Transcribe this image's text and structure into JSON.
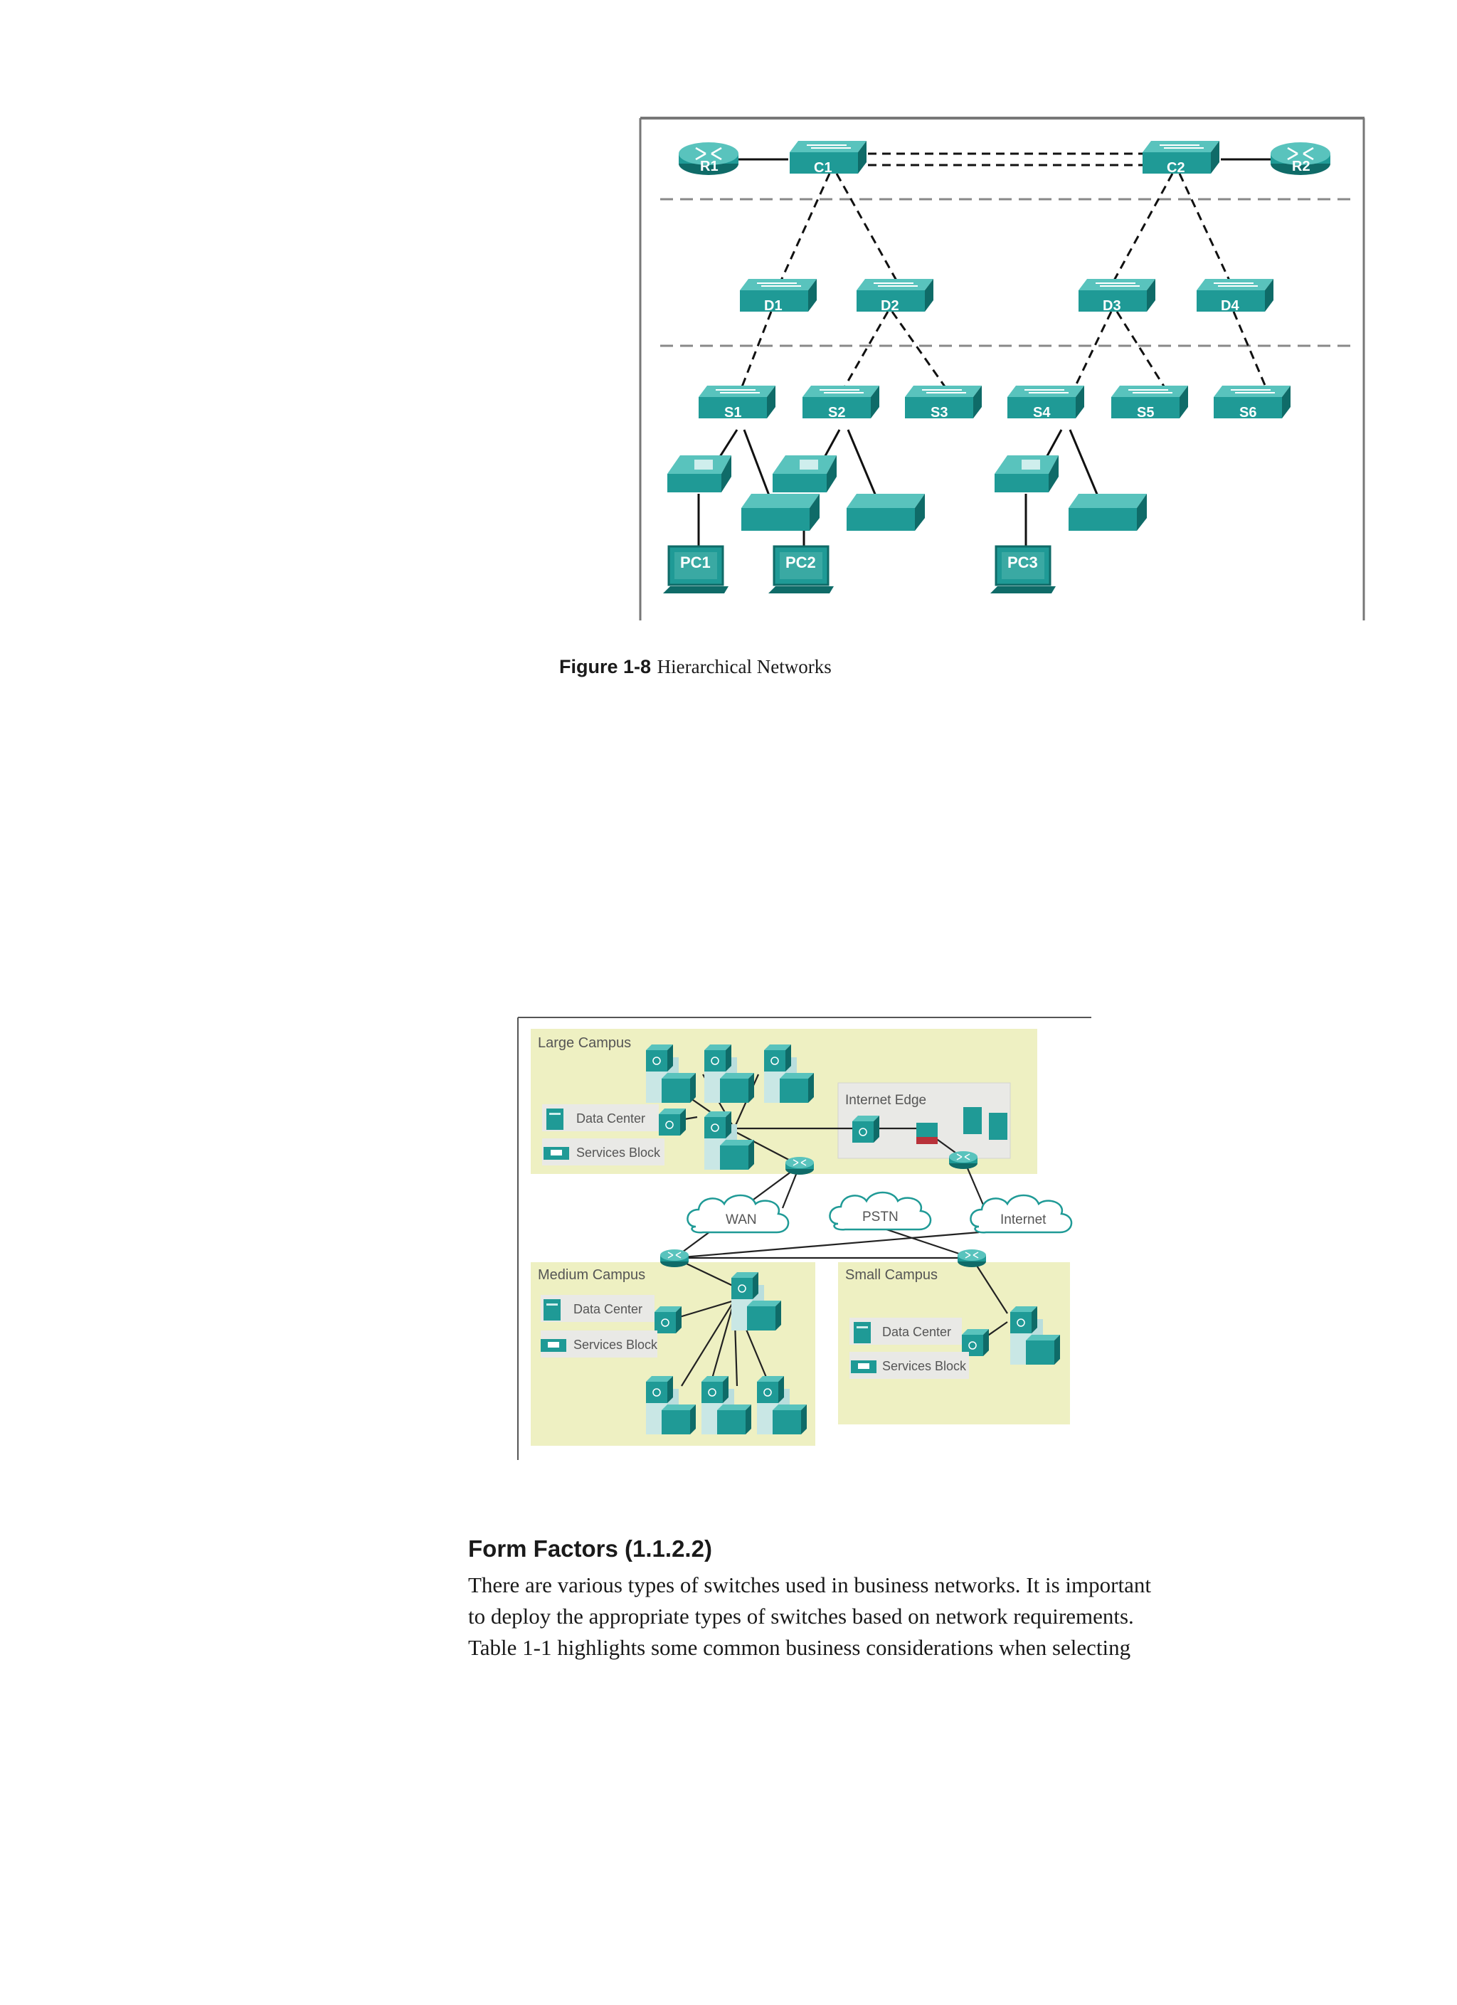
{
  "figure1": {
    "caption_label": "Figure 1-8",
    "caption_text": "Hierarchical Networks",
    "routers": [
      "R1",
      "R2"
    ],
    "core": [
      "C1",
      "C2"
    ],
    "distribution": [
      "D1",
      "D2",
      "D3",
      "D4"
    ],
    "access": [
      "S1",
      "S2",
      "S3",
      "S4",
      "S5",
      "S6"
    ],
    "pcs": [
      "PC1",
      "PC2",
      "PC3"
    ],
    "colors": {
      "device": "#1f9a96",
      "device_dark": "#0f6b68",
      "device_top": "#59c3bd"
    }
  },
  "figure2": {
    "large_campus": "Large Campus",
    "internet_edge": "Internet Edge",
    "medium_campus": "Medium Campus",
    "small_campus": "Small Campus",
    "data_center": "Data Center",
    "services_block": "Services Block",
    "clouds": [
      "WAN",
      "PSTN",
      "Internet"
    ],
    "colors": {
      "campus_bg": "#eef0c2",
      "box_bg": "#e9e9e6"
    }
  },
  "section": {
    "heading": "Form Factors (1.1.2.2)",
    "lines": [
      "There are various types of switches used in business networks. It is important",
      "to deploy the appropriate types of switches based on network requirements.",
      "Table 1-1 highlights some common business considerations when selecting"
    ]
  }
}
